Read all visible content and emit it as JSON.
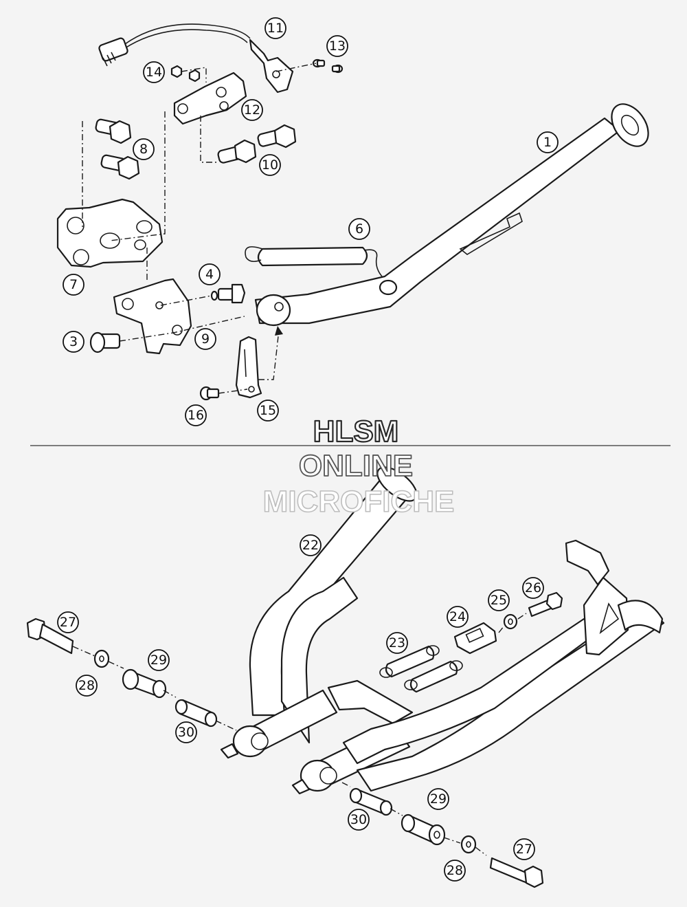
{
  "watermark": {
    "line1": "HLSM",
    "line2": "ONLINE",
    "line3": "MICROFICHE"
  },
  "callouts": [
    {
      "id": "c1",
      "label": "1"
    },
    {
      "id": "c3",
      "label": "3"
    },
    {
      "id": "c4",
      "label": "4"
    },
    {
      "id": "c6",
      "label": "6"
    },
    {
      "id": "c7",
      "label": "7"
    },
    {
      "id": "c8",
      "label": "8"
    },
    {
      "id": "c9",
      "label": "9"
    },
    {
      "id": "c10",
      "label": "10"
    },
    {
      "id": "c11",
      "label": "11"
    },
    {
      "id": "c12",
      "label": "12"
    },
    {
      "id": "c13",
      "label": "13"
    },
    {
      "id": "c14",
      "label": "14"
    },
    {
      "id": "c15",
      "label": "15"
    },
    {
      "id": "c16",
      "label": "16"
    },
    {
      "id": "c22",
      "label": "22"
    },
    {
      "id": "c23",
      "label": "23"
    },
    {
      "id": "c24",
      "label": "24"
    },
    {
      "id": "c25",
      "label": "25"
    },
    {
      "id": "c26",
      "label": "26"
    },
    {
      "id": "c27a",
      "label": "27"
    },
    {
      "id": "c28a",
      "label": "28"
    },
    {
      "id": "c29a",
      "label": "29"
    },
    {
      "id": "c30a",
      "label": "30"
    },
    {
      "id": "c29b",
      "label": "29"
    },
    {
      "id": "c30b",
      "label": "30"
    },
    {
      "id": "c28b",
      "label": "28"
    },
    {
      "id": "c27b",
      "label": "27"
    }
  ]
}
